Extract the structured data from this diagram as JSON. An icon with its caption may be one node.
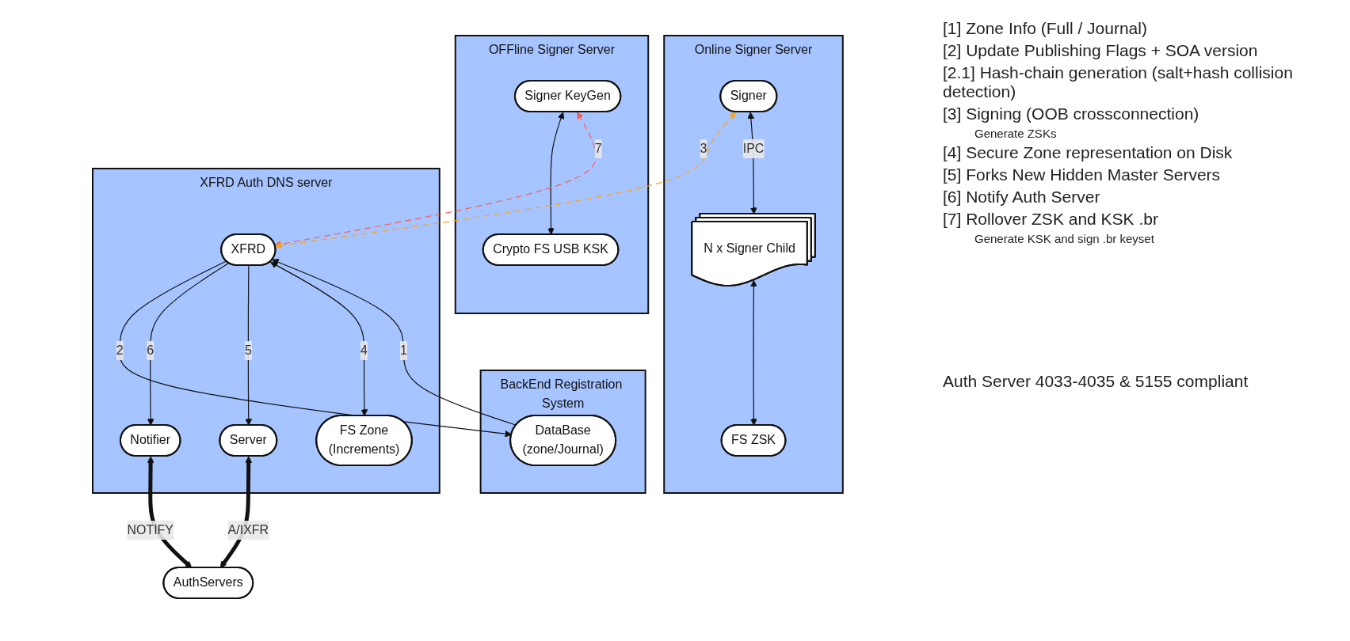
{
  "diagram": {
    "nodes": [
      {
        "text": [
          "OFFline Signer Server"
        ]
      },
      {
        "text": [
          "Signer KeyGen"
        ],
        "in": 0
      },
      {
        "text": [
          "Crypto FS USB KSK"
        ],
        "in": 0
      },
      {
        "text": [
          "BackEnd Registration System"
        ]
      },
      {
        "text": [
          "DataBase",
          "(zone/Journal)"
        ],
        "in": 3
      },
      {
        "text": [
          "Online Signer Server"
        ]
      },
      {
        "text": [
          "Signer"
        ],
        "in": 5
      },
      {
        "text": [
          "N x Signer Child"
        ],
        "in": 5
      },
      {
        "text": [
          "FS ZSK"
        ],
        "in": 5
      },
      {
        "text": [
          "XFRD Auth DNS server"
        ]
      },
      {
        "text": [
          "XFRD"
        ],
        "in": 9
      },
      {
        "text": [
          "Notifier"
        ],
        "in": 9
      },
      {
        "text": [
          "Server"
        ],
        "in": 9
      },
      {
        "text": [
          "FS Zone",
          "(Increments)"
        ],
        "in": 9
      },
      {
        "text": [
          "AuthServers"
        ]
      }
    ],
    "edges": [
      {
        "from": 1,
        "to": 2,
        "arrow": "both"
      },
      {
        "from": 4,
        "to": 10,
        "arrow": "to",
        "label": "1"
      },
      {
        "from": 10,
        "to": 4,
        "arrow": "to",
        "label": "2"
      },
      {
        "from": 1,
        "to": 10,
        "arrow": "both",
        "label": "7",
        "style": "dashed",
        "color": "#f0605a"
      },
      {
        "from": 6,
        "to": 10,
        "arrow": "both",
        "label": "3",
        "style": "dashed",
        "color": "#f5a623"
      },
      {
        "from": 10,
        "to": 11,
        "arrow": "to",
        "label": "6"
      },
      {
        "from": 10,
        "to": 12,
        "arrow": "to",
        "label": "5"
      },
      {
        "from": 10,
        "to": 13,
        "arrow": "both",
        "label": "4"
      },
      {
        "from": 6,
        "to": 7,
        "arrow": "both",
        "label": "IPC"
      },
      {
        "from": 7,
        "to": 8,
        "arrow": "both"
      },
      {
        "from": 11,
        "to": 14,
        "arrow": "both",
        "label": "NOTIFY",
        "style": "thick"
      },
      {
        "from": 12,
        "to": 14,
        "arrow": "both",
        "label": "A/IXFR",
        "style": "thick"
      }
    ],
    "labels": [
      "[1] Zone Info (Full / Journal)",
      "[2] Update Publishing Flags + SOA version",
      "[2.1] Hash-chain generation (salt+hash collision detection)",
      "[3] Signing (OOB crossconnection)",
      "Generate ZSKs",
      "[4] Secure Zone representation on Disk",
      "[5] Forks New Hidden Master Servers",
      "[6] Notify Auth Server",
      "[7] Rollover ZSK and KSK .br",
      "Generate KSK and sign .br keyset",
      "Auth Server 4033-4035 & 5155 compliant"
    ]
  }
}
